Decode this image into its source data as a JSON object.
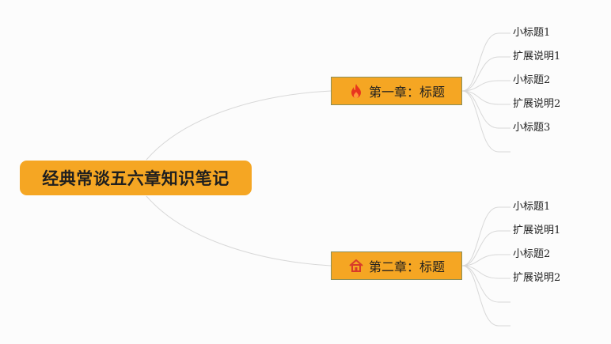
{
  "root": {
    "label": "经典常谈五六章知识笔记"
  },
  "chapters": [
    {
      "label": "第一章：标题",
      "icon": "fire-icon",
      "icon_color": "#e8361e",
      "children": [
        "小标题1",
        "扩展说明1",
        "小标题2",
        "扩展说明2",
        "小标题3",
        ""
      ]
    },
    {
      "label": "第二章：标题",
      "icon": "home-icon",
      "icon_color": "#d83a2a",
      "children": [
        "小标题1",
        "扩展说明1",
        "小标题2",
        "扩展说明2",
        "",
        ""
      ]
    }
  ],
  "colors": {
    "node_fill": "#f5a623",
    "node_border": "#8a8f5a",
    "connector": "#d8d8d8",
    "background": "#fcfcfc"
  }
}
